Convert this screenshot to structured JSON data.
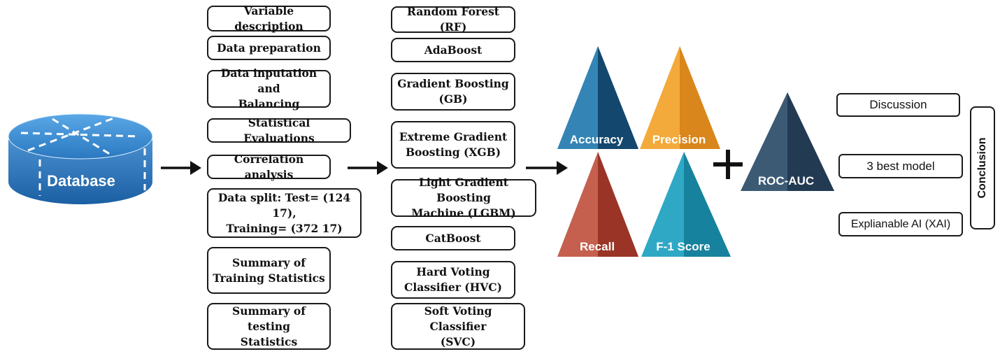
{
  "database": {
    "label": "Database"
  },
  "preprocessing": [
    {
      "lines": [
        "Variable description"
      ]
    },
    {
      "lines": [
        "Data preparation"
      ]
    },
    {
      "lines": [
        "Data inputation and",
        "Balancing"
      ]
    },
    {
      "lines": [
        "Statistical Evaluations"
      ]
    },
    {
      "lines": [
        "Correlation analysis"
      ]
    },
    {
      "lines": [
        "Data split: Test= (124 17),",
        "Training= (372 17)"
      ]
    },
    {
      "lines": [
        "Summary of",
        "Training Statistics"
      ]
    },
    {
      "lines": [
        "Summary of testing",
        "Statistics"
      ]
    }
  ],
  "models": [
    {
      "lines": [
        "Random Forest (RF)"
      ]
    },
    {
      "lines": [
        "AdaBoost"
      ]
    },
    {
      "lines": [
        "Gradient Boosting",
        "(GB)"
      ]
    },
    {
      "lines": [
        "Extreme Gradient",
        "Boosting (XGB)"
      ]
    },
    {
      "lines": [
        "Light Gradient Boosting",
        "Machine (LGBM)"
      ]
    },
    {
      "lines": [
        "CatBoost"
      ]
    },
    {
      "lines": [
        "Hard Voting",
        "Classifier (HVC)"
      ]
    },
    {
      "lines": [
        "Soft Voting Classifier",
        "(SVC)"
      ]
    }
  ],
  "metrics": {
    "accuracy": "Accuracy",
    "precision": "Precision",
    "recall": "Recall",
    "f1": "F-1 Score",
    "roc_auc": "ROC-AUC",
    "plus": "+"
  },
  "results": {
    "discussion": "Discussion",
    "best_models": "3 best model",
    "xai": "Explianable AI (XAI)",
    "conclusion": "Conclusion"
  },
  "colors": {
    "accuracy": "#1f5f8f",
    "precision": "#f0a030",
    "recall": "#b24a3a",
    "f1": "#2a9cb8",
    "roc_auc": "#324b63",
    "database": "#1e6fb0"
  }
}
